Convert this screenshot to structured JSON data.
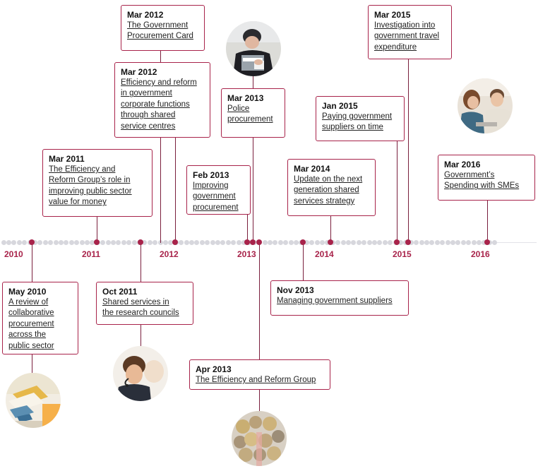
{
  "colors": {
    "accent": "#a8234a",
    "dot_inactive": "#d7d7dd",
    "connector": "#7a1f3d"
  },
  "years": [
    "2010",
    "2011",
    "2012",
    "2013",
    "2014",
    "2015",
    "2016"
  ],
  "events": [
    {
      "date": "Mar 2012",
      "title": "The Government\nProcurement Card"
    },
    {
      "date": "Mar 2012",
      "title": "Efficiency and reform\nin government\ncorporate functions\nthrough shared\nservice centres"
    },
    {
      "date": "Mar 2013",
      "title": "Police\nprocurement"
    },
    {
      "date": "Mar 2015",
      "title": "Investigation into\ngovernment travel\nexpenditure"
    },
    {
      "date": "Jan 2015",
      "title": "Paying government\nsuppliers on time"
    },
    {
      "date": "Mar 2011",
      "title": "The Efficiency and\nReform Group’s role in\nimproving public sector\nvalue for money"
    },
    {
      "date": "Feb 2013",
      "title": "Improving\ngovernment\nprocurement"
    },
    {
      "date": "Mar 2014",
      "title": "Update on the next\ngeneration shared\nservices strategy"
    },
    {
      "date": "Mar 2016",
      "title": "Government’s\nSpending with SMEs"
    },
    {
      "date": "May 2010",
      "title": "A review of\ncollaborative\nprocurement\nacross the\npublic sector"
    },
    {
      "date": "Oct 2011",
      "title": "Shared services in\nthe research councils"
    },
    {
      "date": "Nov 2013",
      "title": "Managing government suppliers"
    },
    {
      "date": "Apr 2013",
      "title": "The Efficiency and Reform Group"
    }
  ],
  "photos": [
    {
      "name": "police-officer-photo"
    },
    {
      "name": "people-laptop-photo"
    },
    {
      "name": "office-papers-photo"
    },
    {
      "name": "call-centre-photo"
    },
    {
      "name": "coins-photo"
    }
  ]
}
